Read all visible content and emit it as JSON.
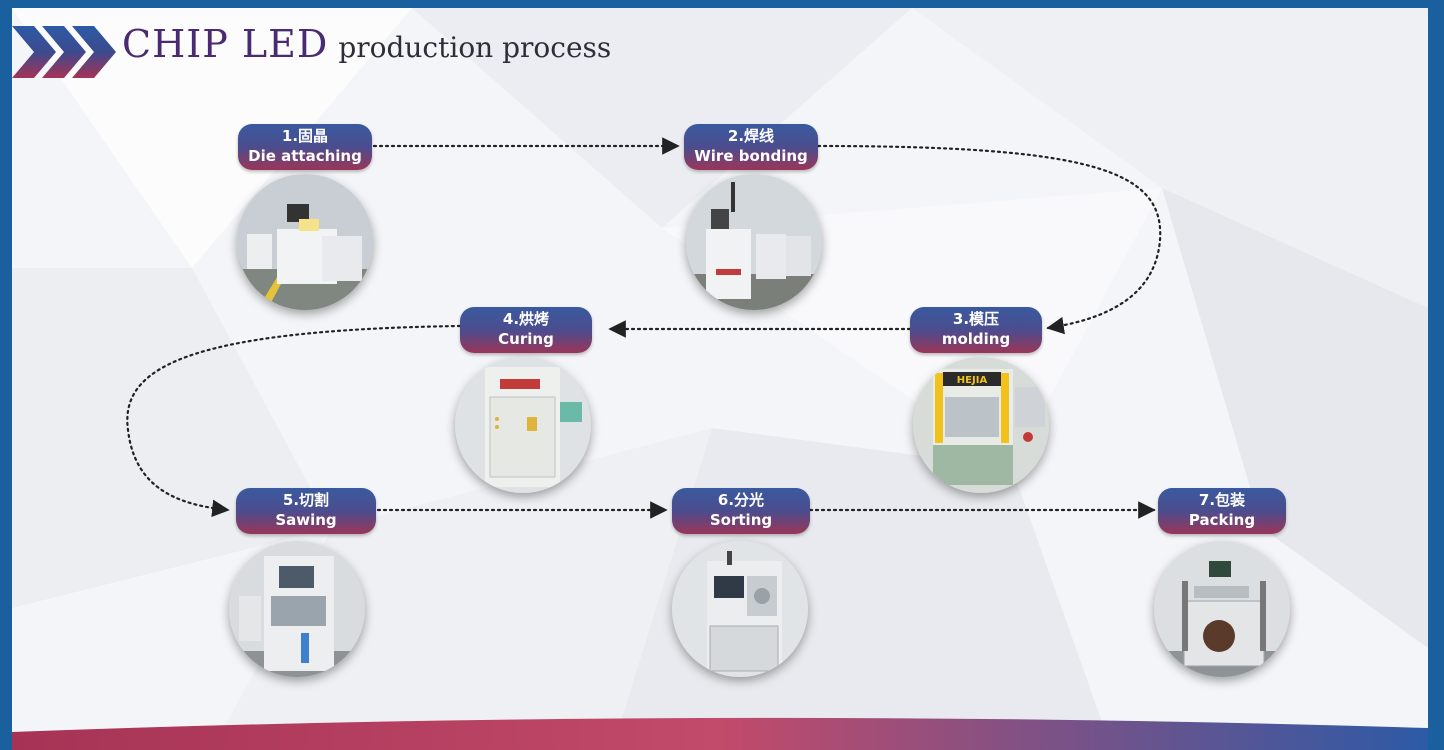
{
  "header": {
    "title_main": "CHIP LED",
    "title_sub": "production process",
    "icon": "triple-chevron-right-icon"
  },
  "colors": {
    "accent_blue": "#2d5aa6",
    "accent_red": "#a63355",
    "title_purple": "#4a2a73",
    "frame_blue": "#1a5f9e"
  },
  "steps": [
    {
      "id": "die-attaching",
      "cn": "1.固晶",
      "en": "Die attaching",
      "image": "die-attach-machine-photo"
    },
    {
      "id": "wire-bonding",
      "cn": "2.焊线",
      "en": "Wire bonding",
      "image": "wire-bonding-machine-photo"
    },
    {
      "id": "molding",
      "cn": "3.模压",
      "en": "molding",
      "image": "molding-press-photo",
      "brand": "HEJIA"
    },
    {
      "id": "curing",
      "cn": "4.烘烤",
      "en": "Curing",
      "image": "curing-oven-photo"
    },
    {
      "id": "sawing",
      "cn": "5.切割",
      "en": "Sawing",
      "image": "sawing-machine-photo"
    },
    {
      "id": "sorting",
      "cn": "6.分光",
      "en": "Sorting",
      "image": "sorting-machine-photo"
    },
    {
      "id": "packing",
      "cn": "7.包装",
      "en": "Packing",
      "image": "packing-machine-photo"
    }
  ]
}
